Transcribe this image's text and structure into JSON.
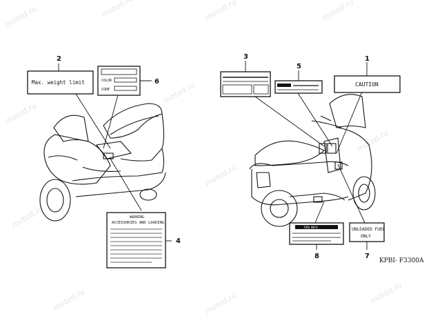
{
  "watermark": "motod.ru",
  "labels": {
    "weight_limit": "Max. weight limit",
    "color": "COLOR",
    "code": "CODE",
    "caution": "CAUTION",
    "warning_title": "WARNING",
    "warning_sub": "ACCESSORIES AND LOADING",
    "fuel_line1": "UNLEADED FUEL",
    "fuel_line2": "ONLY",
    "tire_header": "TIRE INFO"
  },
  "callouts": {
    "n1": "1",
    "n2": "2",
    "n3": "3",
    "n4": "4",
    "n5": "5",
    "n6": "6",
    "n7": "7",
    "n8": "8"
  },
  "part_code": "KPBI- F3300A"
}
